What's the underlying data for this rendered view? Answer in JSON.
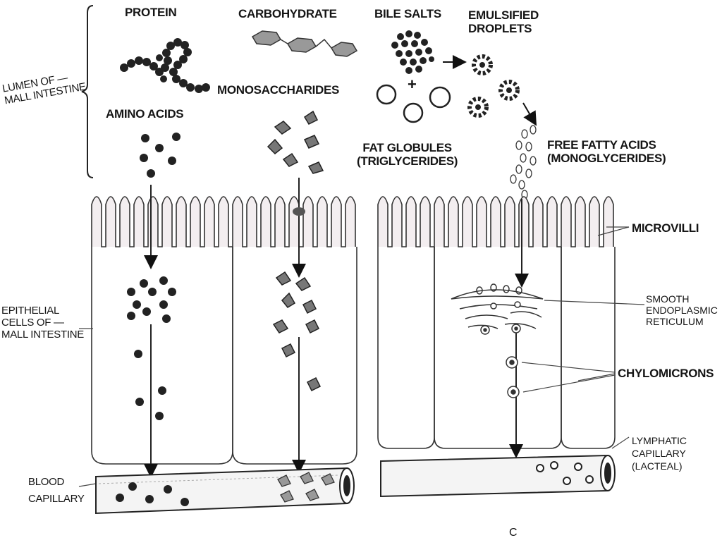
{
  "labels": {
    "protein": "PROTEIN",
    "carbohydrate": "CARBOHYDRATE",
    "bile_salts": "BILE SALTS",
    "emulsified_droplets": "EMULSIFIED\nDROPLETS",
    "lumen": "LUMEN OF —\nMALL INTESTINE",
    "amino_acids": "AMINO ACIDS",
    "monosaccharides": "MONOSACCHARIDES",
    "fat_globules": "FAT GLOBULES\n(TRIGLYCERIDES)",
    "free_fatty_acids": "FREE FATTY ACIDS\n(MONOGLYCERIDES)",
    "microvilli": "MICROVILLI",
    "smooth_er": "SMOOTH\nENDOPLASMIC\nRETICULUM",
    "epithelial": "EPITHELIAL\nCELLS OF —\nMALL INTESTINE",
    "chylomicrons": "CHYLOMICRONS",
    "blood_capillary": "BLOOD\nCAPILLARY",
    "lymphatic_capillary": "LYMPHATIC\nCAPILLARY\n(LACTEAL)",
    "plus": "+",
    "panel_letter": "C"
  }
}
